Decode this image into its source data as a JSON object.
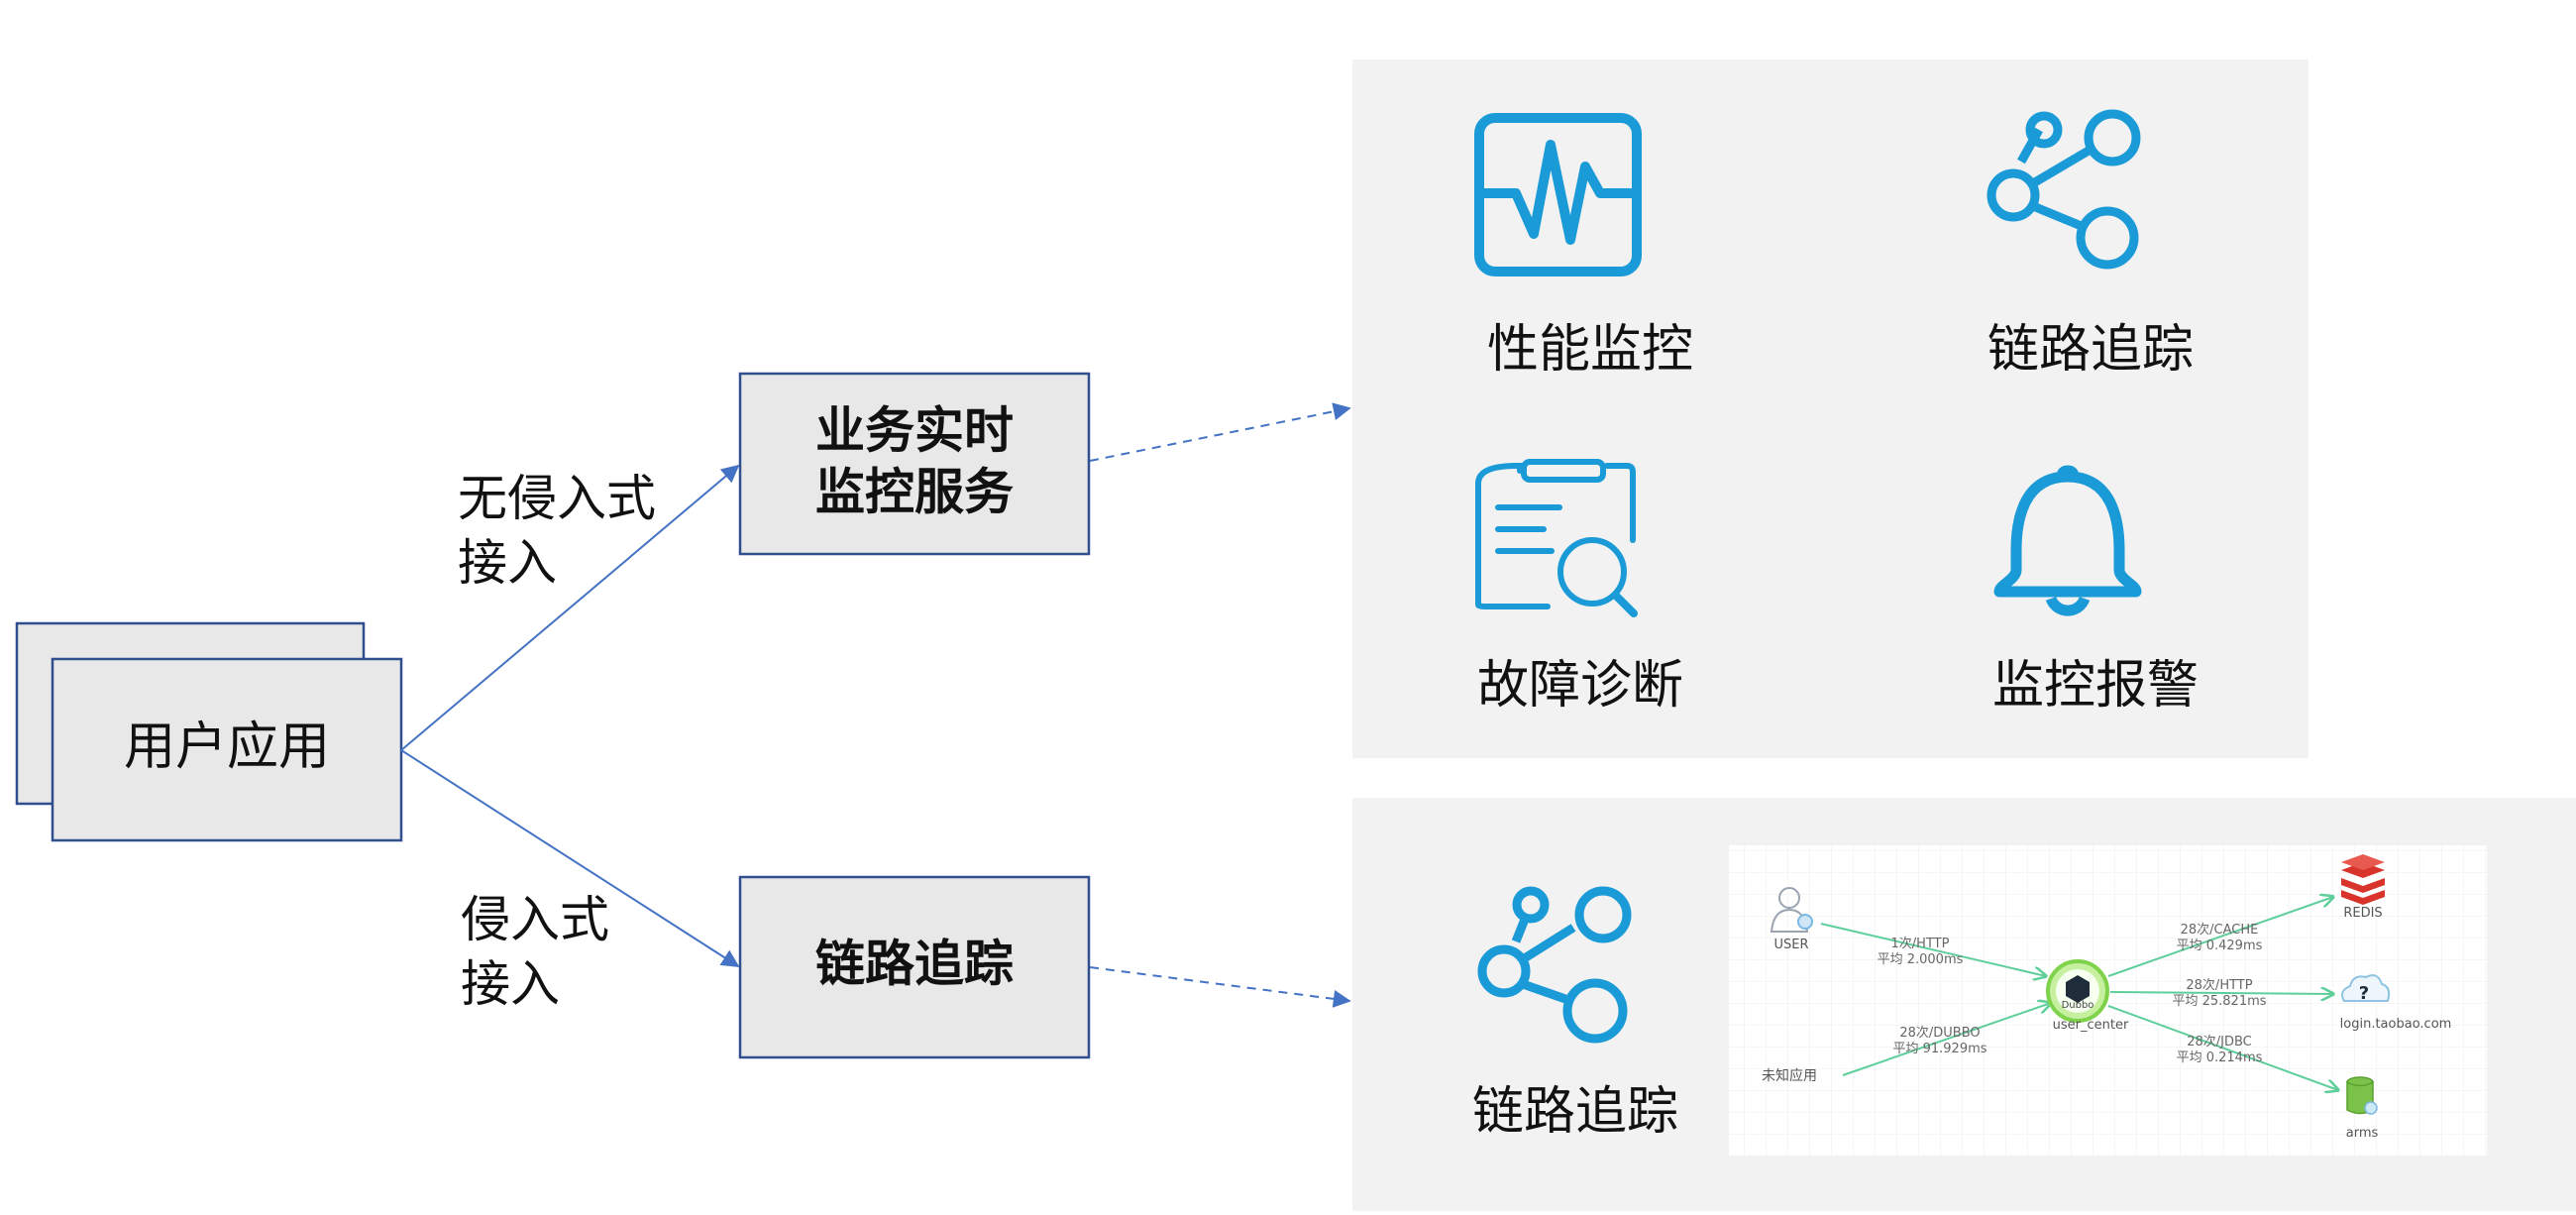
{
  "app": {
    "label": "用户应用"
  },
  "access": {
    "non_intrusive_line1": "无侵入式",
    "non_intrusive_line2": "接入",
    "intrusive_line1": "侵入式",
    "intrusive_line2": "接入"
  },
  "services": {
    "realtime_line1": "业务实时",
    "realtime_line2": "监控服务",
    "tracing": "链路追踪"
  },
  "features": {
    "performance": "性能监控",
    "trace": "链路追踪",
    "diagnosis": "故障诊断",
    "alert": "监控报警"
  },
  "lower_panel": {
    "trace_label": "链路追踪"
  },
  "topology": {
    "nodes": {
      "user": "USER",
      "unknown_app": "未知应用",
      "center_logo": "Dubbo",
      "center": "user_center",
      "redis": "REDIS",
      "login": "login.taobao.com",
      "arms": "arms"
    },
    "edges": [
      {
        "line1": "1次/HTTP",
        "line2": "平均 2.000ms"
      },
      {
        "line1": "28次/DUBBO",
        "line2": "平均 91.929ms"
      },
      {
        "line1": "28次/CACHE",
        "line2": "平均 0.429ms"
      },
      {
        "line1": "28次/HTTP",
        "line2": "平均 25.821ms"
      },
      {
        "line1": "28次/JDBC",
        "line2": "平均 0.214ms"
      }
    ]
  },
  "colors": {
    "icon_blue": "#1a9ad6",
    "box_border": "#2f4f8f",
    "box_fill": "#e8e8e8",
    "panel_bg": "#f2f2f2",
    "arrow_blue": "#4472c4",
    "edge_green": "#5ecf9a"
  },
  "icons": [
    "pulse-monitor-icon",
    "share-nodes-icon",
    "clipboard-search-icon",
    "bell-icon",
    "redis-icon",
    "question-cloud-icon",
    "database-icon",
    "user-icon"
  ]
}
